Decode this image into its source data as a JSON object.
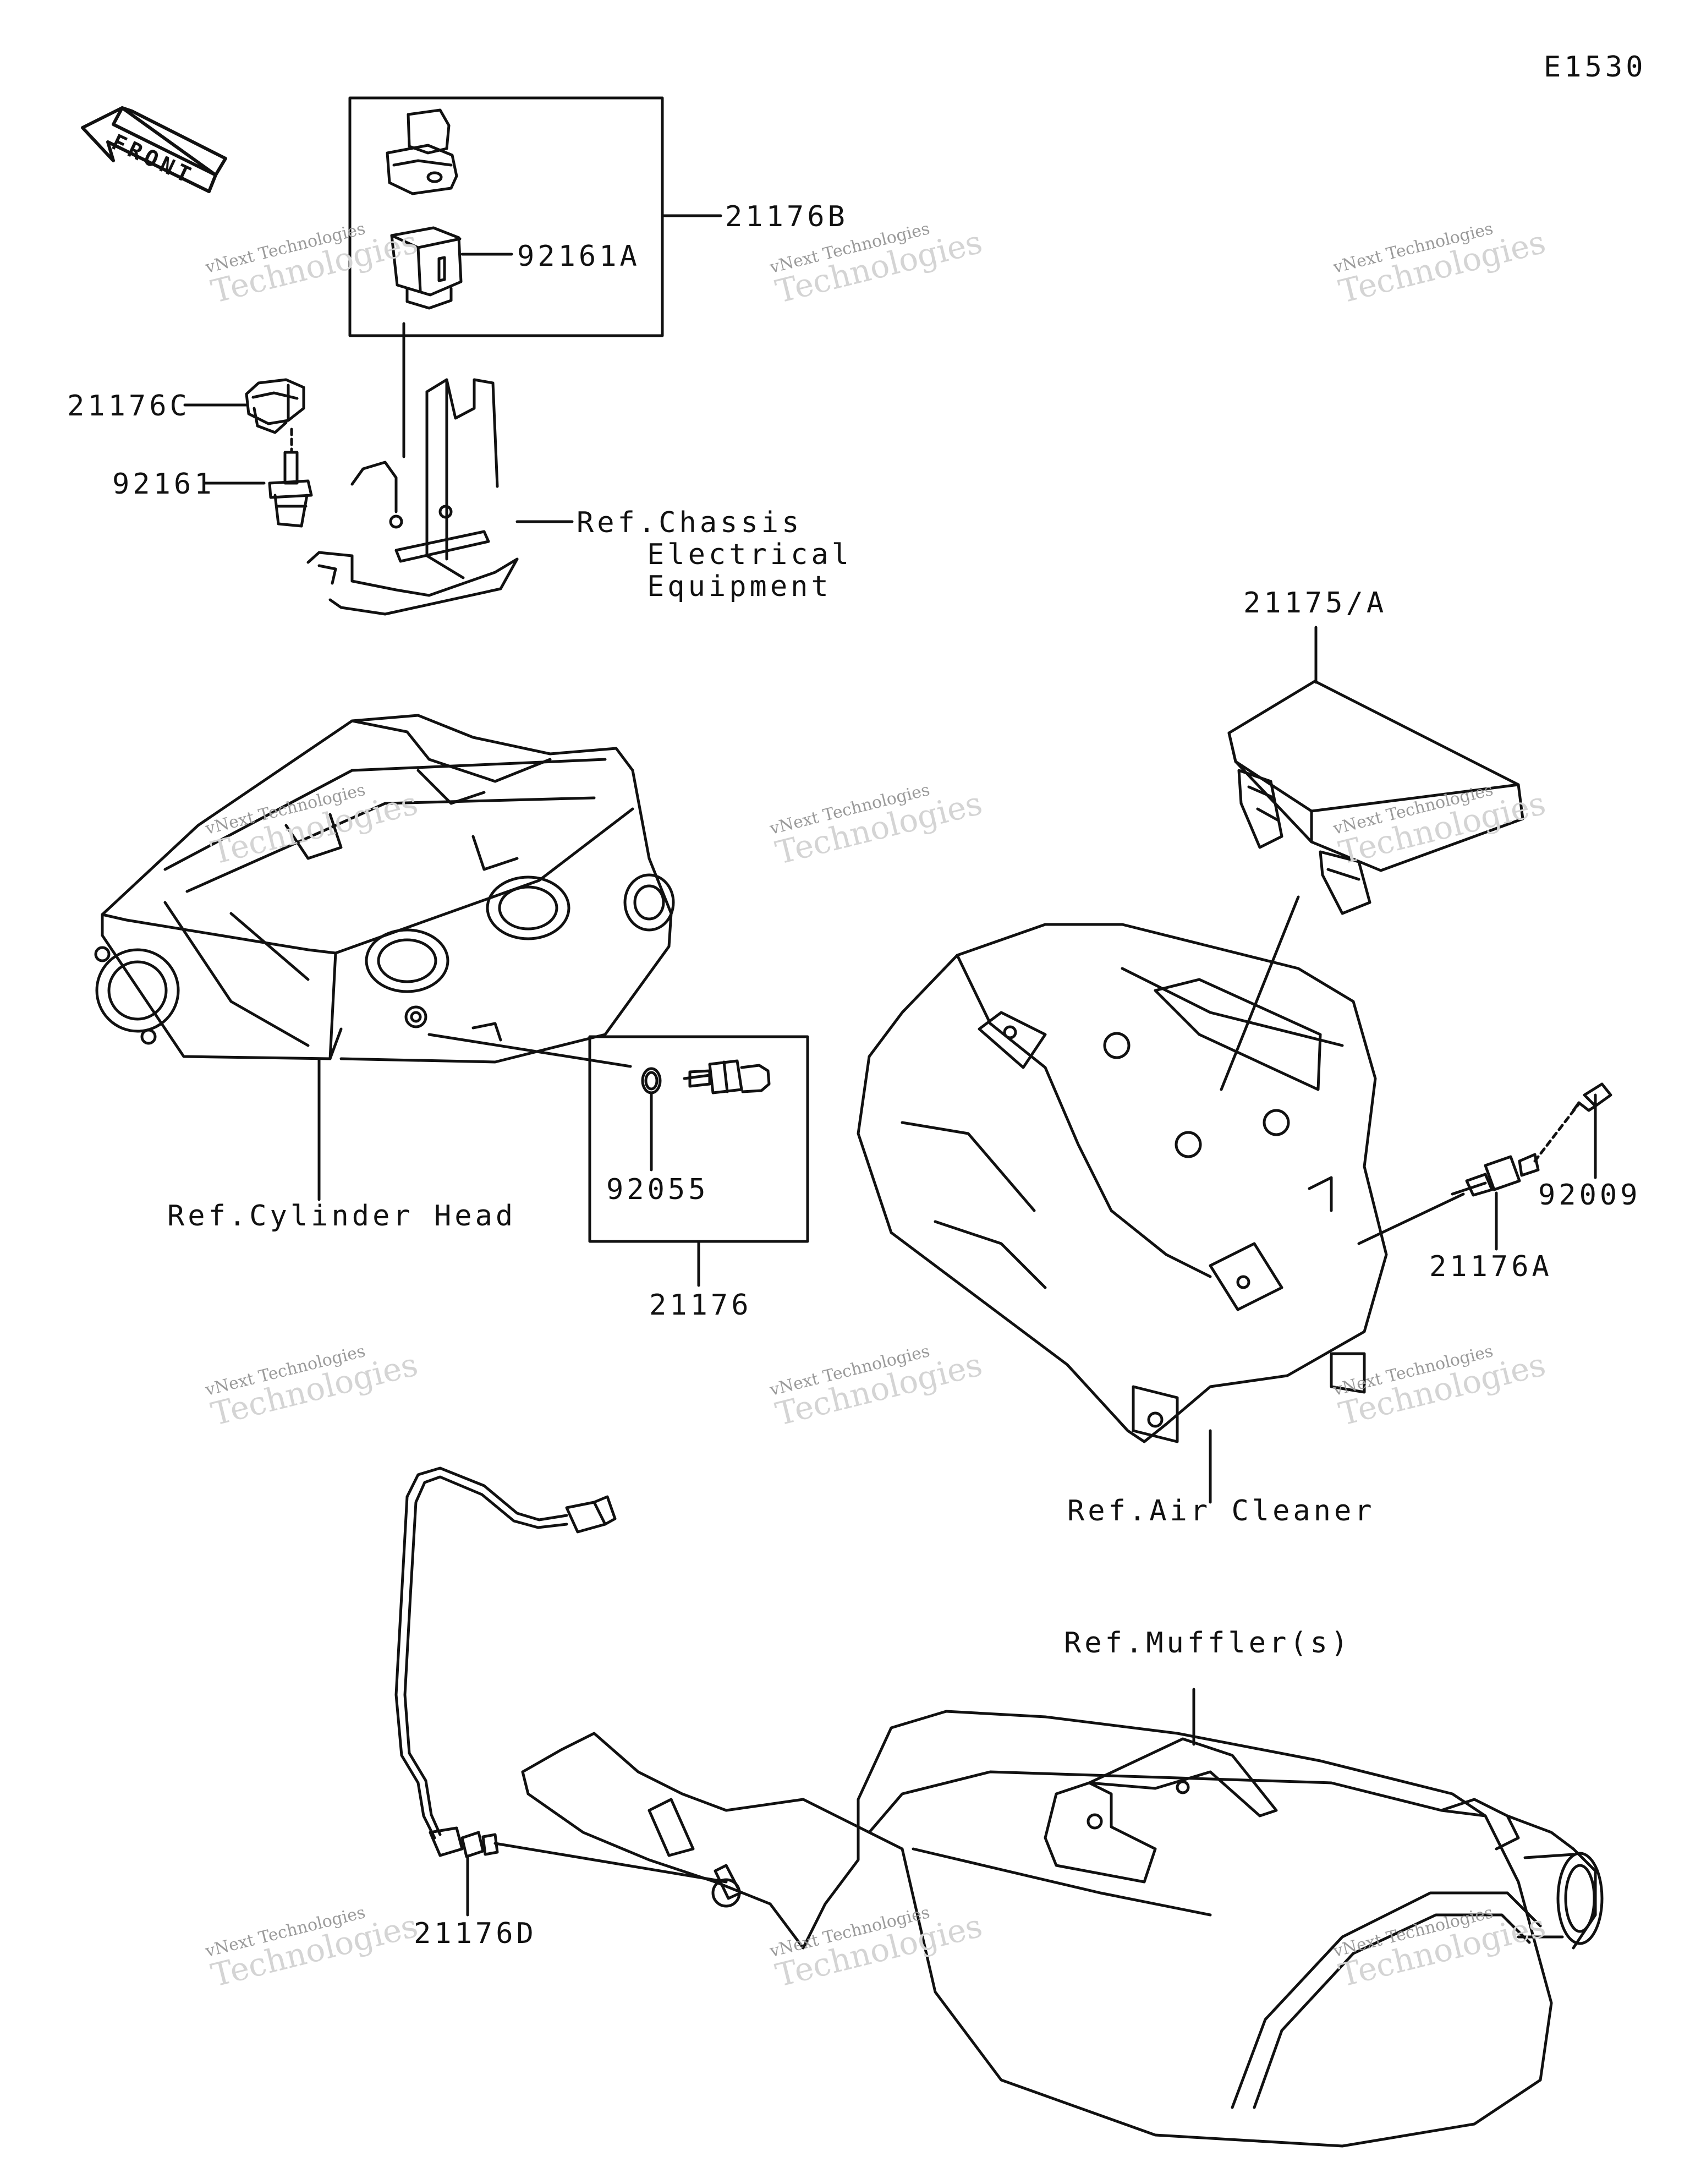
{
  "page": {
    "diagram_code": "E1530",
    "front_arrow_text": "FRONT"
  },
  "parts": {
    "p21176B": "21176B",
    "p92161A": "92161A",
    "p21176C": "21176C",
    "p92161": "92161",
    "p21175A": "21175/A",
    "p92055": "92055",
    "p21176": "21176",
    "p92009": "92009",
    "p21176A": "21176A",
    "p21176D": "21176D"
  },
  "refs": {
    "chassis_line1": "Ref.Chassis",
    "chassis_line2": "Electrical",
    "chassis_line3": "Equipment",
    "cylinder_head": "Ref.Cylinder Head",
    "air_cleaner": "Ref.Air Cleaner",
    "muffler": "Ref.Muffler(s)"
  },
  "watermark": {
    "line1": "vNext Technologies",
    "line2": "Technologies"
  },
  "colors": {
    "line": "#111111",
    "watermark": "#c9c9c9"
  }
}
